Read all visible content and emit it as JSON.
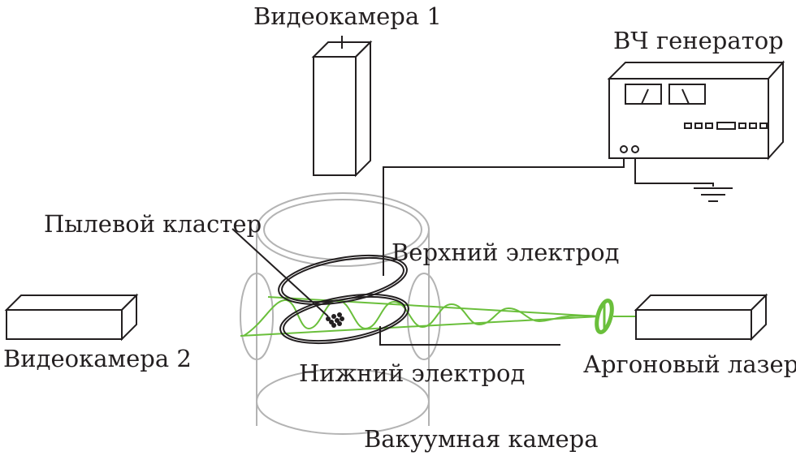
{
  "labels": {
    "camera1": "Видеокамера 1",
    "camera2": "Видеокамера 2",
    "rf_generator": "ВЧ генератор",
    "dust_cluster": "Пылевой кластер",
    "upper_electrode": "Верхний электрод",
    "lower_electrode": "Нижний электрод",
    "argon_laser": "Аргоновый лазер",
    "vacuum_chamber": "Вакуумная камера"
  },
  "colors": {
    "ink": "#231f20",
    "chamber_outline": "#b3b3b3",
    "laser": "#6abf3b"
  }
}
